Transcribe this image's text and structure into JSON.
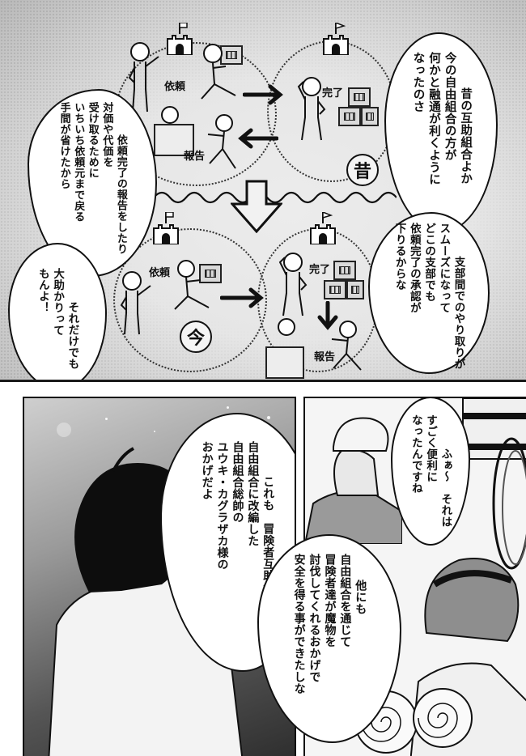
{
  "page": {
    "type": "manga-page",
    "reading_direction": "right-to-left"
  },
  "top_panel": {
    "diagram": {
      "past": {
        "era_label": "昔",
        "left_group": {
          "request_label": "依頼",
          "report_label": "報告"
        },
        "right_group": {
          "complete_label": "完了"
        }
      },
      "present": {
        "era_label": "今",
        "left_group": {
          "request_label": "依頼"
        },
        "right_group": {
          "complete_label": "完了",
          "report_label": "報告"
        }
      }
    },
    "bubbles": [
      {
        "id": "past-guild",
        "lines": [
          "昔の互助組合よか",
          "今の自由組合の方が",
          "何かと融通が利くように",
          "なったのさ"
        ]
      },
      {
        "id": "branch-approval",
        "lines": [
          "支部間でのやり取りが",
          "スムーズになって",
          "どこの支部でも",
          "依頼完了の承認が",
          "下りるからな"
        ]
      },
      {
        "id": "report-effort",
        "lines": [
          "依頼完了の報告をしたり",
          "対価や代価を",
          "受け取るために",
          "いちいち依頼元まで戻る",
          "手間が省けたから"
        ]
      },
      {
        "id": "big-help",
        "lines": [
          "それだけでも",
          "大助かりって",
          "もんよ！"
        ]
      }
    ]
  },
  "bottom_left_panel": {
    "bubbles": [
      {
        "id": "thanks-yuuki",
        "lines": [
          "これも　冒険者互助組合を",
          "自由組合に改編した",
          "自由組合総帥の",
          "ユウキ・カグラザカ様の",
          "おかげだよ"
        ]
      }
    ]
  },
  "bottom_right_panel": {
    "bubbles": [
      {
        "id": "convenient",
        "lines": [
          "ふぁ〜　それは",
          "すごく便利に",
          "なったんですね"
        ]
      },
      {
        "id": "safety",
        "lines": [
          "他にも",
          "自由組合を通じて",
          "冒険者達が魔物を",
          "討伐してくれるおかげで",
          "安全を得る事ができたしな"
        ]
      }
    ]
  },
  "colors": {
    "ink": "#111111",
    "paper": "#ffffff",
    "screentone_light": "#e6e6e6",
    "screentone_dark": "#2e2e2e"
  }
}
